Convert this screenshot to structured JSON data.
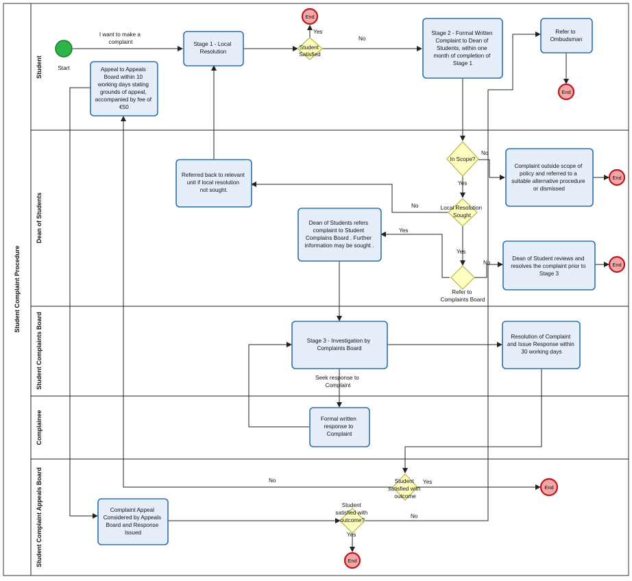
{
  "pool": {
    "title": "Student Complaint Procedure"
  },
  "lanes": {
    "student": "Student",
    "dean": "Dean of Students",
    "board": "Student Complaints Board",
    "complainee": "Complainee",
    "appeals": "Student Complaint Appeals Board"
  },
  "start": {
    "label": "Start"
  },
  "tasks": {
    "stage1": [
      "Stage 1 - Local",
      "Resolution"
    ],
    "appeal": [
      "Appeal to Appeals",
      "Board within 10",
      "working days stating",
      "grounds of appeal,",
      "accompanied by fee of",
      "€50"
    ],
    "stage2": [
      "Stage 2 - Formal Written",
      "Complaint to Dean of",
      "Students, within one",
      "month of completion of",
      "Stage 1"
    ],
    "ombudsman": [
      "Refer to",
      "Ombudsman"
    ],
    "referred_back": [
      "Referred back to relevant",
      "unit if local resolution",
      "not sought."
    ],
    "outside_scope": [
      "Complaint outside scope of",
      "policy and referred to a",
      "suitable alternative procedure",
      "or dismissed"
    ],
    "dean_refers": [
      "Dean of Students refers",
      "complaint to Student",
      "Complains Board . Further",
      "information may be sought ."
    ],
    "dean_reviews": [
      "Dean of Student reviews and",
      "resolves the complaint prior to",
      "Stage 3"
    ],
    "stage3": [
      "Stage 3 - Investigation by",
      "Complaints Board"
    ],
    "resolution": [
      "Resolution of Complaint",
      "and Issue Response within",
      "30 working days"
    ],
    "formal_response": [
      "Formal written",
      "response to",
      "Complaint"
    ],
    "appeal_considered": [
      "Complaint Appeal",
      "Considered by Appeals",
      "Board and Response",
      "Issued"
    ]
  },
  "gateways": {
    "student_satisfied": [
      "Student",
      "Satisfied"
    ],
    "in_scope": [
      "In Scope?"
    ],
    "local_sought": [
      "Local Resolution",
      "Sought"
    ],
    "refer_board": [
      "Refer to",
      "Complaints Board"
    ],
    "satisfied_outcome": [
      "Student",
      "satisfied with",
      "outcome"
    ],
    "satisfied_outcome2": [
      "Student",
      "satisfied with",
      "outcome?"
    ]
  },
  "end_label": "End",
  "flow_labels": {
    "want_complaint": [
      "I want to make a",
      "complaint"
    ],
    "yes": "Yes",
    "no": "No",
    "seek_response": [
      "Seek response to",
      "Complaint"
    ]
  },
  "colors": {
    "task_fill": "#e6eefa",
    "task_border": "#2a6fb4",
    "gateway_fill": "#ffffc2",
    "end_fill": "#f2a8a8",
    "end_border": "#c0141c",
    "start_fill": "#2db54a"
  }
}
